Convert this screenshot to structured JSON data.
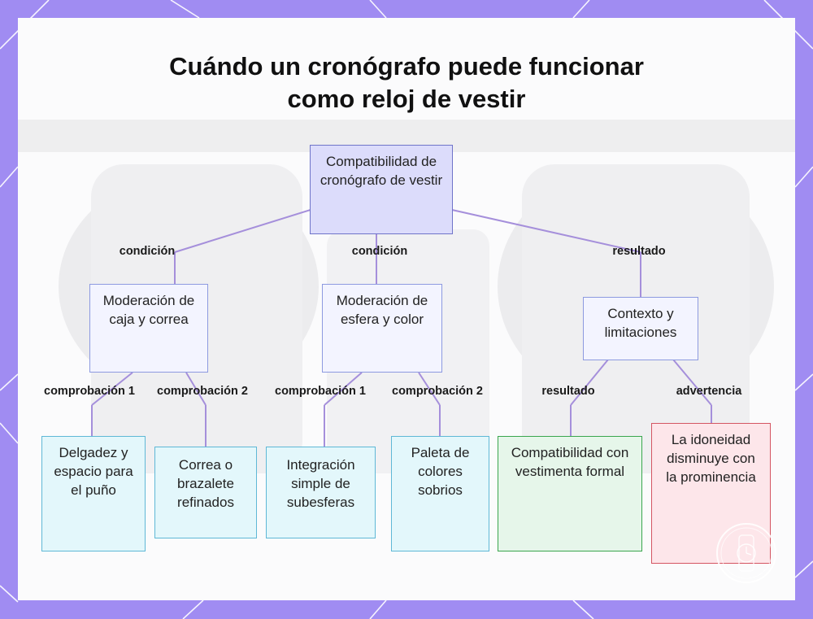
{
  "title": {
    "line1": "Cuándo un cronógrafo puede funcionar",
    "line2": "como reloj de vestir"
  },
  "nodes": {
    "root": "Compatibilidad de cronógrafo de vestir",
    "case": "Moderación de caja y correa",
    "dial": "Moderación de esfera y color",
    "context": "Contexto y limitaciones",
    "thin": "Delgadez y espacio para el puño",
    "strap": "Correa o brazalete refinados",
    "subdials": "Integración simple de subesferas",
    "palette": "Paleta de colores sobrios",
    "formal": "Compatibilidad con vestimenta formal",
    "warning": "La idoneidad disminuye con la prominencia"
  },
  "edges": {
    "root_case": "condición",
    "root_dial": "condición",
    "root_context": "resultado",
    "case_thin": "comprobación 1",
    "case_strap": "comprobación 2",
    "dial_subdials": "comprobación 1",
    "dial_palette": "comprobación 2",
    "context_formal": "resultado",
    "context_warning": "advertencia"
  },
  "colors": {
    "frame": "#a08cf2",
    "root_fill": "#dcdcfb",
    "mid_fill": "#f3f4ff",
    "leaf_blue_fill": "#e3f7fb",
    "leaf_green_fill": "#e6f6ea",
    "leaf_red_fill": "#fde6ea",
    "connector": "#a58fdb"
  }
}
